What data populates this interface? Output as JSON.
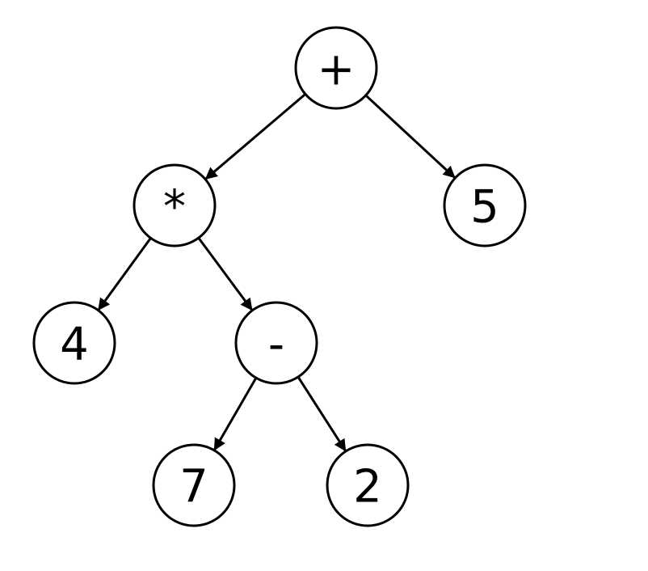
{
  "diagram": {
    "nodes": [
      {
        "id": "plus",
        "label": "+"
      },
      {
        "id": "times",
        "label": "*"
      },
      {
        "id": "five",
        "label": "5"
      },
      {
        "id": "four",
        "label": "4"
      },
      {
        "id": "minus",
        "label": "-"
      },
      {
        "id": "seven",
        "label": "7"
      },
      {
        "id": "two",
        "label": "2"
      }
    ],
    "edges": [
      {
        "from": "plus",
        "to": "times"
      },
      {
        "from": "plus",
        "to": "five"
      },
      {
        "from": "times",
        "to": "four"
      },
      {
        "from": "times",
        "to": "minus"
      },
      {
        "from": "minus",
        "to": "seven"
      },
      {
        "from": "minus",
        "to": "two"
      }
    ]
  }
}
